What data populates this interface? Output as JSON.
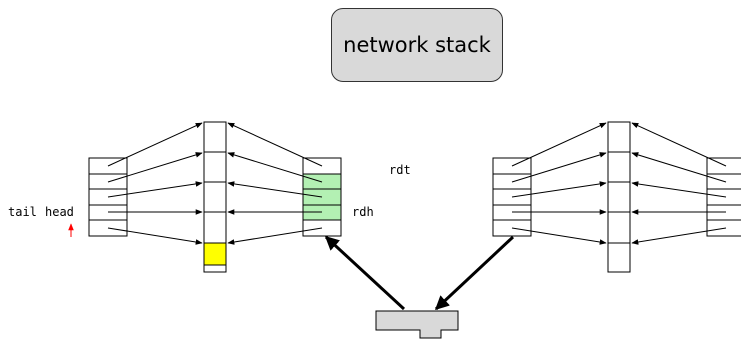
{
  "network_stack": {
    "label": "network stack"
  },
  "labels": {
    "tail": "tail",
    "head": "head",
    "rdt": "rdt",
    "rdh": "rdh"
  },
  "colors": {
    "yellow_slot": "#ffff00",
    "green_slot": "#b3f0b3",
    "nic_fill": "#d9d9d9",
    "pointer_arrow": "#ff0000",
    "line": "#000000"
  }
}
